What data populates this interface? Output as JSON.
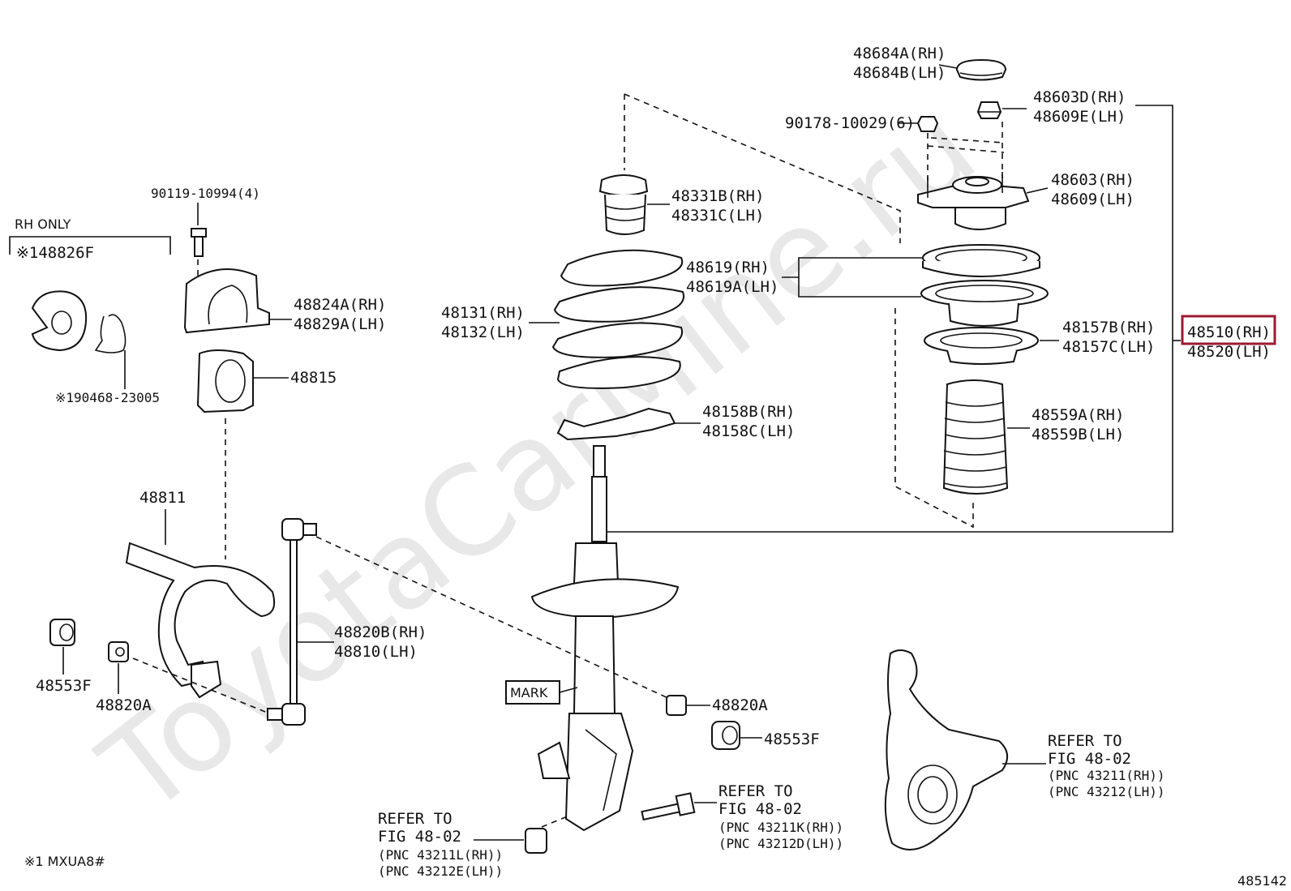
{
  "watermark": "ToyotaCarMine.ru",
  "figure_number": "485142",
  "footnote": "※1 MXUA8#",
  "rh_only": "RH ONLY",
  "mark": "MARK",
  "highlight_color": "#9b1b30",
  "labels": {
    "p48684": [
      "48684A(RH)",
      "48684B(LH)"
    ],
    "p48603d": [
      "48603D(RH)",
      "48609E(LH)"
    ],
    "p90178": "90178-10029(6)",
    "p48603": [
      "48603(RH)",
      "48609(LH)"
    ],
    "p48331": [
      "48331B(RH)",
      "48331C(LH)"
    ],
    "p48619": [
      "48619(RH)",
      "48619A(LH)"
    ],
    "p48131": [
      "48131(RH)",
      "48132(LH)"
    ],
    "p48157": [
      "48157B(RH)",
      "48157C(LH)"
    ],
    "p48510": [
      "48510(RH)",
      "48520(LH)"
    ],
    "p48158": [
      "48158B(RH)",
      "48158C(LH)"
    ],
    "p48559": [
      "48559A(RH)",
      "48559B(LH)"
    ],
    "p90119": "90119-10994(4)",
    "p48826f": "※148826F",
    "p48824": [
      "48824A(RH)",
      "48829A(LH)"
    ],
    "p48815": "48815",
    "p90468": "※190468-23005",
    "p48811": "48811",
    "p48820b": [
      "48820B(RH)",
      "48810(LH)"
    ],
    "p48553f_l": "48553F",
    "p48820a_l": "48820A",
    "p48820a_r": "48820A",
    "p48553f_r": "48553F",
    "refer_knuckle": [
      "REFER TO",
      "FIG 48-02",
      "(PNC 43211(RH))",
      "(PNC 43212(LH))"
    ],
    "refer_bolt": [
      "REFER TO",
      "FIG 48-02",
      "(PNC 43211K(RH))",
      "(PNC 43212D(LH))"
    ],
    "refer_nut": [
      "REFER TO",
      "FIG 48-02",
      "(PNC 43211L(RH))",
      "(PNC 43212E(LH))"
    ]
  }
}
